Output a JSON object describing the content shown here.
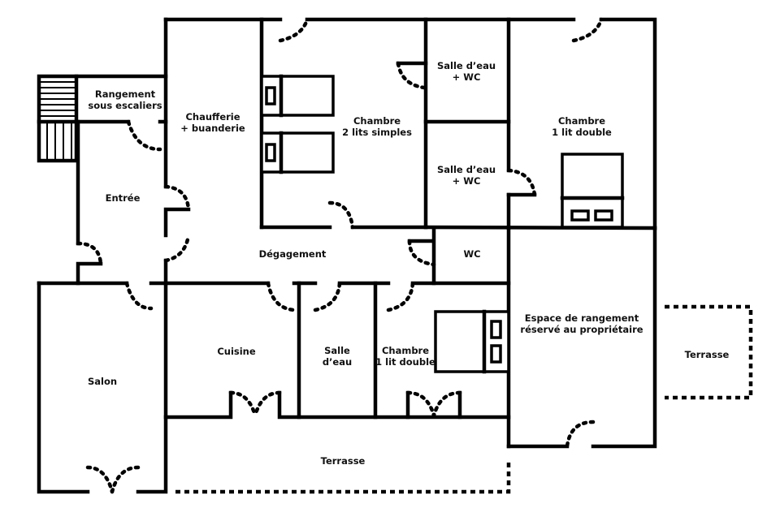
{
  "rooms": {
    "rangement": [
      "Rangement",
      "sous escaliers"
    ],
    "chaufferie": [
      "Chaufferie",
      "+  buanderie"
    ],
    "chambre_2lits": [
      "Chambre",
      "2 lits simples"
    ],
    "sde_wc_1": [
      "Salle d’eau",
      "+  WC"
    ],
    "sde_wc_2": [
      "Salle d’eau",
      "+  WC"
    ],
    "chambre_double_nord": [
      "Chambre",
      "1 lit double"
    ],
    "entree": "Entrée",
    "degagement": "Dégagement",
    "wc": "WC",
    "espace_rangement": [
      "Espace de rangement",
      "réservé au propriétaire"
    ],
    "terrasse_est": "Terrasse",
    "salon": "Salon",
    "cuisine": "Cuisine",
    "salle_eau": [
      "Salle",
      "d’eau"
    ],
    "chambre_double_sud": [
      "Chambre",
      "1 lit double"
    ],
    "terrasse_sud": "Terrasse"
  }
}
